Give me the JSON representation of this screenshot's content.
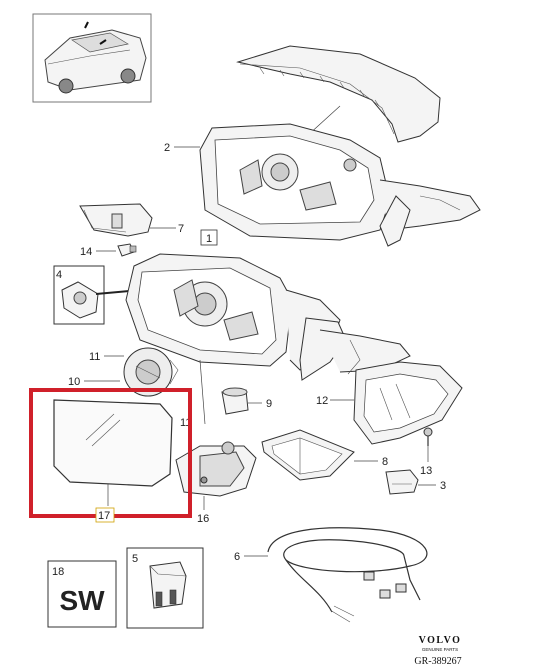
{
  "callouts": {
    "c1": "1",
    "c2": "2",
    "c3": "3",
    "c4": "4",
    "c5": "5",
    "c6": "6",
    "c7": "7",
    "c8": "8",
    "c9": "9",
    "c10": "10",
    "c11a": "11",
    "c11b": "11",
    "c12": "12",
    "c13": "13",
    "c14": "14",
    "c16": "16",
    "c17": "17",
    "c18": "18"
  },
  "sw_box_text": "SW",
  "brand": {
    "name": "VOLVO",
    "tagline": "GENUINE PARTS"
  },
  "figure_code": "GR-389267",
  "highlight_color": "#d0202a"
}
